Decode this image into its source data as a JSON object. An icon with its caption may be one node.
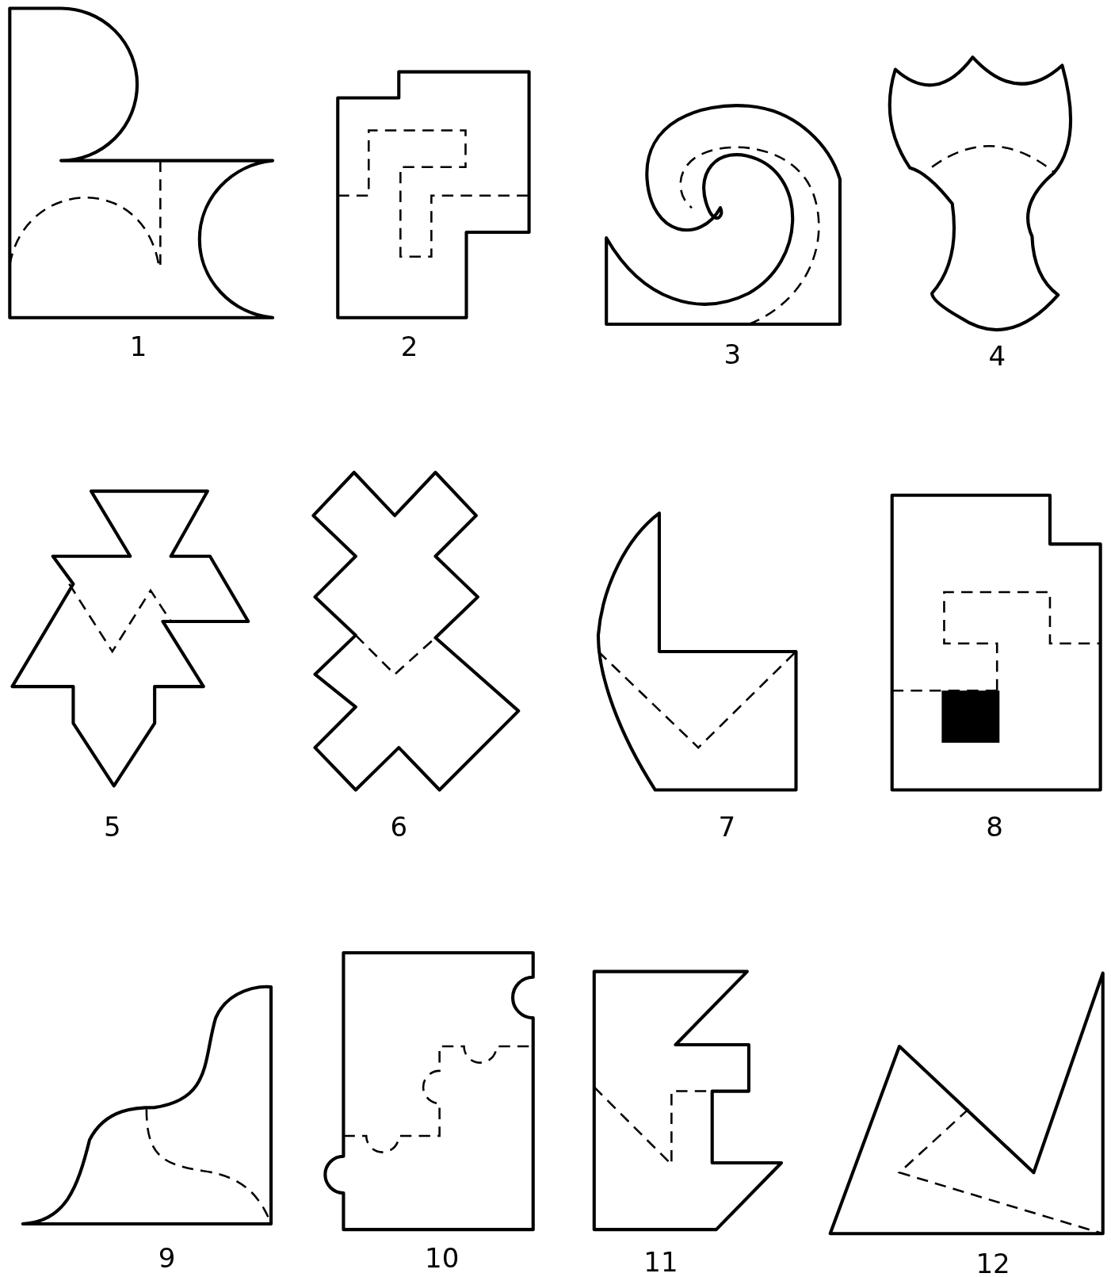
{
  "diagram": {
    "labels": [
      "1",
      "2",
      "3",
      "4",
      "5",
      "6",
      "7",
      "8",
      "9",
      "10",
      "11",
      "12"
    ]
  }
}
